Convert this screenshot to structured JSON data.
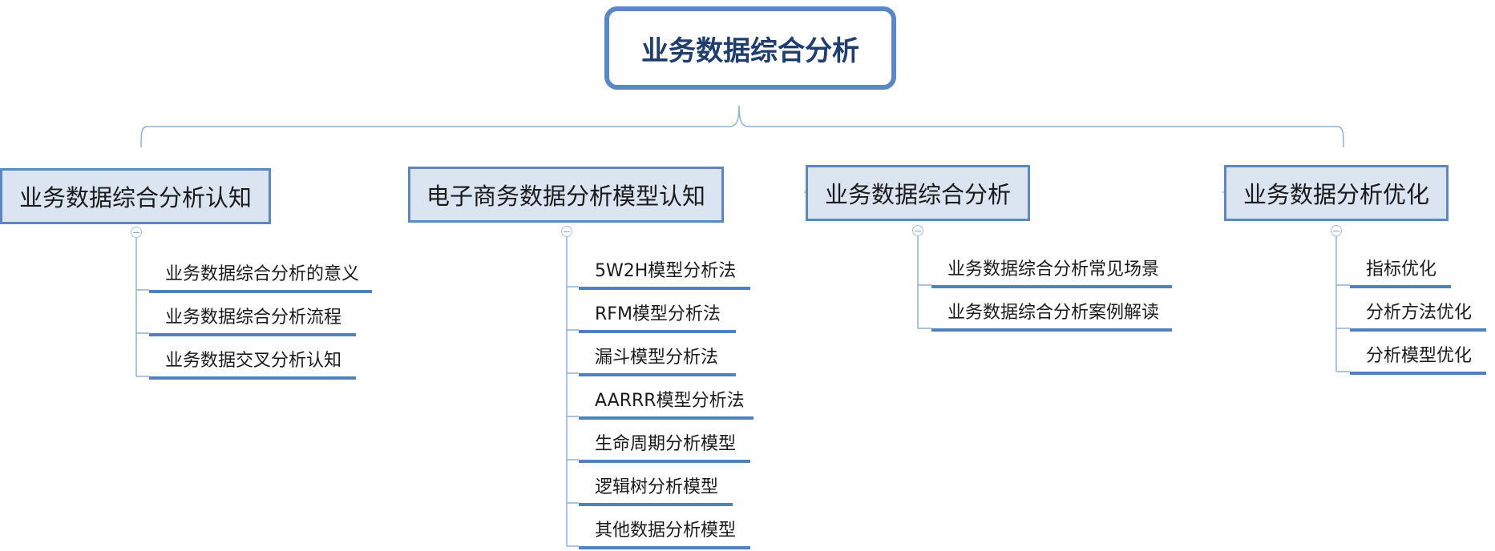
{
  "colors": {
    "connector": "#8fb0da",
    "root_border": "#5b87c5",
    "branch_fill": "#dbe5f1",
    "branch_border": "#5b87c5",
    "leaf_underline": "#4f81bd"
  },
  "root": {
    "label": "业务数据综合分析"
  },
  "branches": [
    {
      "label": "业务数据综合分析认知",
      "children": [
        "业务数据综合分析的意义",
        "业务数据综合分析流程",
        "业务数据交叉分析认知"
      ]
    },
    {
      "label": "电子商务数据分析模型认知",
      "children": [
        "5W2H模型分析法",
        "RFM模型分析法",
        "漏斗模型分析法",
        "AARRR模型分析法",
        "生命周期分析模型",
        "逻辑树分析模型",
        "其他数据分析模型"
      ]
    },
    {
      "label": "业务数据综合分析",
      "children": [
        "业务数据综合分析常见场景",
        "业务数据综合分析案例解读"
      ]
    },
    {
      "label": "业务数据分析优化",
      "children": [
        "指标优化",
        "分析方法优化",
        "分析模型优化"
      ]
    }
  ]
}
